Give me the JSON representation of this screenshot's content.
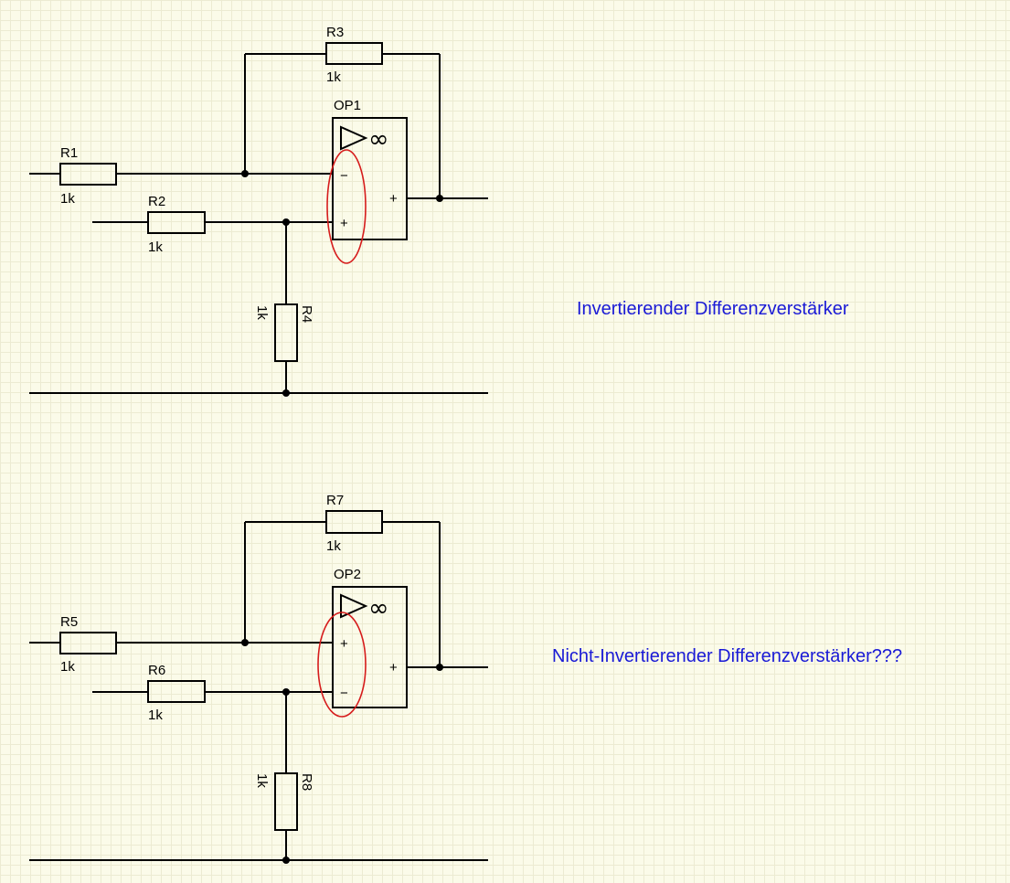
{
  "circuits": [
    {
      "op": {
        "name": "OP1",
        "symbol": "∞",
        "in_top": "−",
        "in_bottom": "+",
        "out": "+"
      },
      "resistors": [
        {
          "ref": "R1",
          "value": "1k"
        },
        {
          "ref": "R2",
          "value": "1k"
        },
        {
          "ref": "R3",
          "value": "1k"
        },
        {
          "ref": "R4",
          "value": "1k"
        }
      ],
      "caption": "Invertierender Differenzverstärker"
    },
    {
      "op": {
        "name": "OP2",
        "symbol": "∞",
        "in_top": "+",
        "in_bottom": "−",
        "out": "+"
      },
      "resistors": [
        {
          "ref": "R5",
          "value": "1k"
        },
        {
          "ref": "R6",
          "value": "1k"
        },
        {
          "ref": "R7",
          "value": "1k"
        },
        {
          "ref": "R8",
          "value": "1k"
        }
      ],
      "caption": "Nicht-Invertierender Differenzverstärker???"
    }
  ],
  "colors": {
    "background": "#fbfbe9",
    "grid": "#ecebd2",
    "wire": "#000000",
    "highlight": "#d61c1c",
    "caption": "#1a1ad6"
  }
}
